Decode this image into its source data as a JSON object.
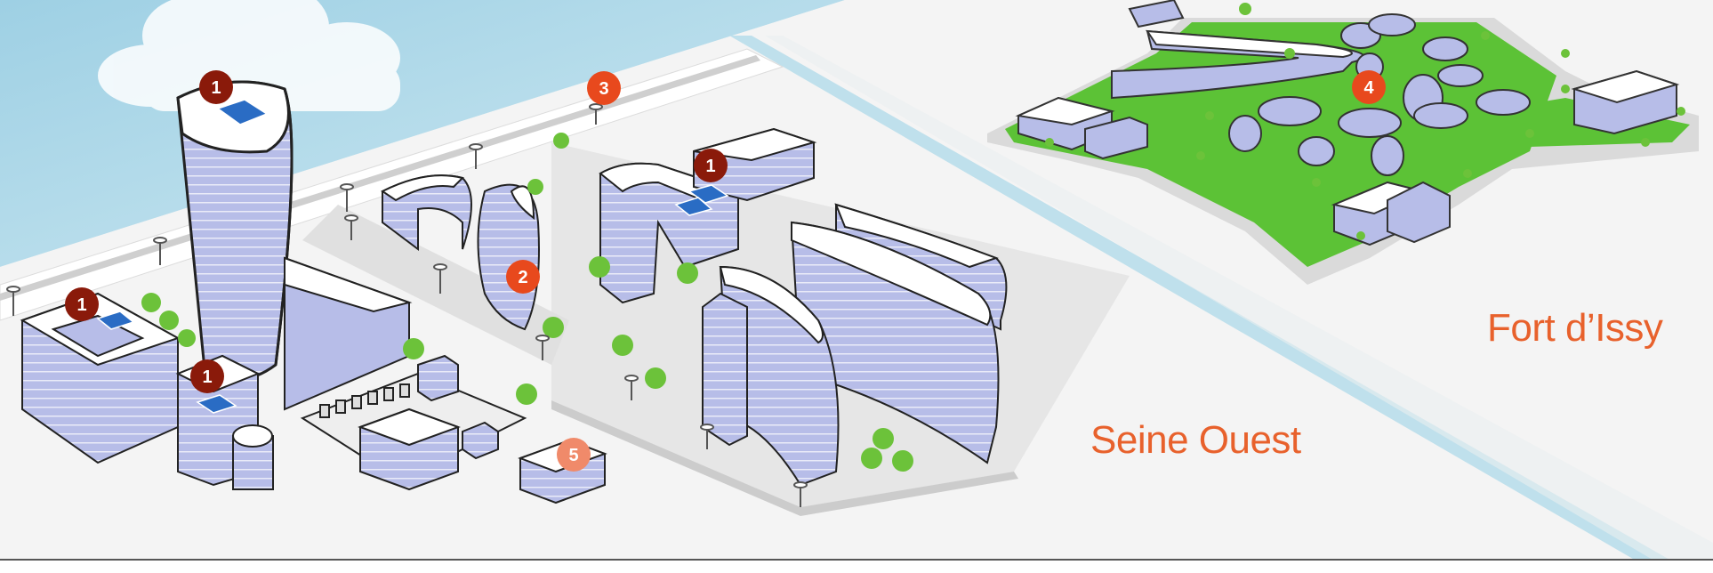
{
  "districts": [
    {
      "label": "Seine Ouest"
    },
    {
      "label": "Fort d’Issy"
    }
  ],
  "markers": [
    {
      "number": "1",
      "kind": "solar-panel"
    },
    {
      "number": "1",
      "kind": "solar-panel"
    },
    {
      "number": "1",
      "kind": "solar-panel"
    },
    {
      "number": "1",
      "kind": "solar-panel"
    },
    {
      "number": "2",
      "kind": "building"
    },
    {
      "number": "3",
      "kind": "street-lamp"
    },
    {
      "number": "4",
      "kind": "eco-district"
    },
    {
      "number": "5",
      "kind": "building"
    }
  ],
  "colors": {
    "marker_dark": "#8a1a0a",
    "marker_orange": "#e8491d",
    "marker_light": "#f08a6a",
    "label_orange": "#e8612c",
    "sky": "#a8d4e6",
    "building_facade": "#b4bbe6",
    "building_roof": "#ffffff",
    "grass": "#5cc236",
    "tree": "#6cc23a",
    "road": "#e9e9e9",
    "river": "#b8dcea"
  },
  "icons": [
    "solar-panel-icon",
    "tree-icon",
    "street-lamp-icon",
    "cloud-icon"
  ]
}
